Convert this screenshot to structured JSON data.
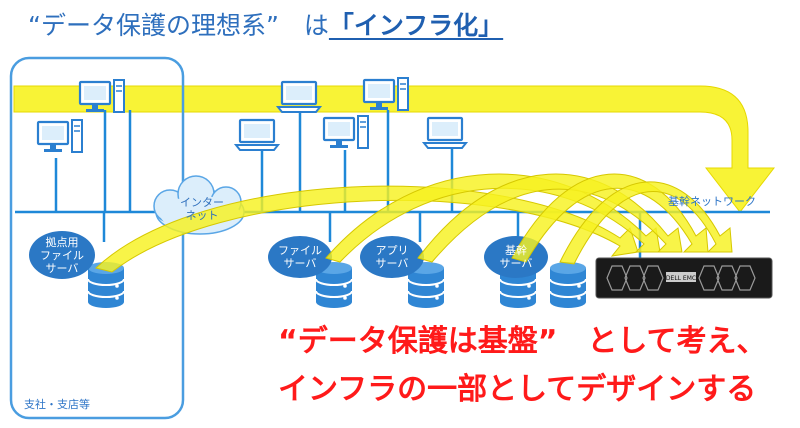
{
  "title": {
    "part1": "“データ保護の理想系”　は",
    "part2": "「インフラ化」"
  },
  "message": {
    "line1": "“データ保護は基盤”　として考え、",
    "line2": "インフラの一部としてデザインする"
  },
  "branch_box_label": "支社・支店等",
  "cloud_label": [
    "インター",
    "ネット"
  ],
  "backbone_label": "基幹ネットワーク",
  "servers": {
    "branch_file": [
      "拠点用",
      "ファイル",
      "サーバ"
    ],
    "file": [
      "ファイル",
      "サーバ"
    ],
    "app": [
      "アプリ",
      "サーバ"
    ],
    "core": [
      "基幹",
      "サーバ"
    ]
  },
  "appliance_brand": "DELL EMC",
  "colors": {
    "title_blue": "#2e6fbd",
    "network_blue": "#1e88d8",
    "server_blue": "#2b78c5",
    "arrow_yellow": "#f5f000",
    "message_red": "#ff1a1a"
  }
}
